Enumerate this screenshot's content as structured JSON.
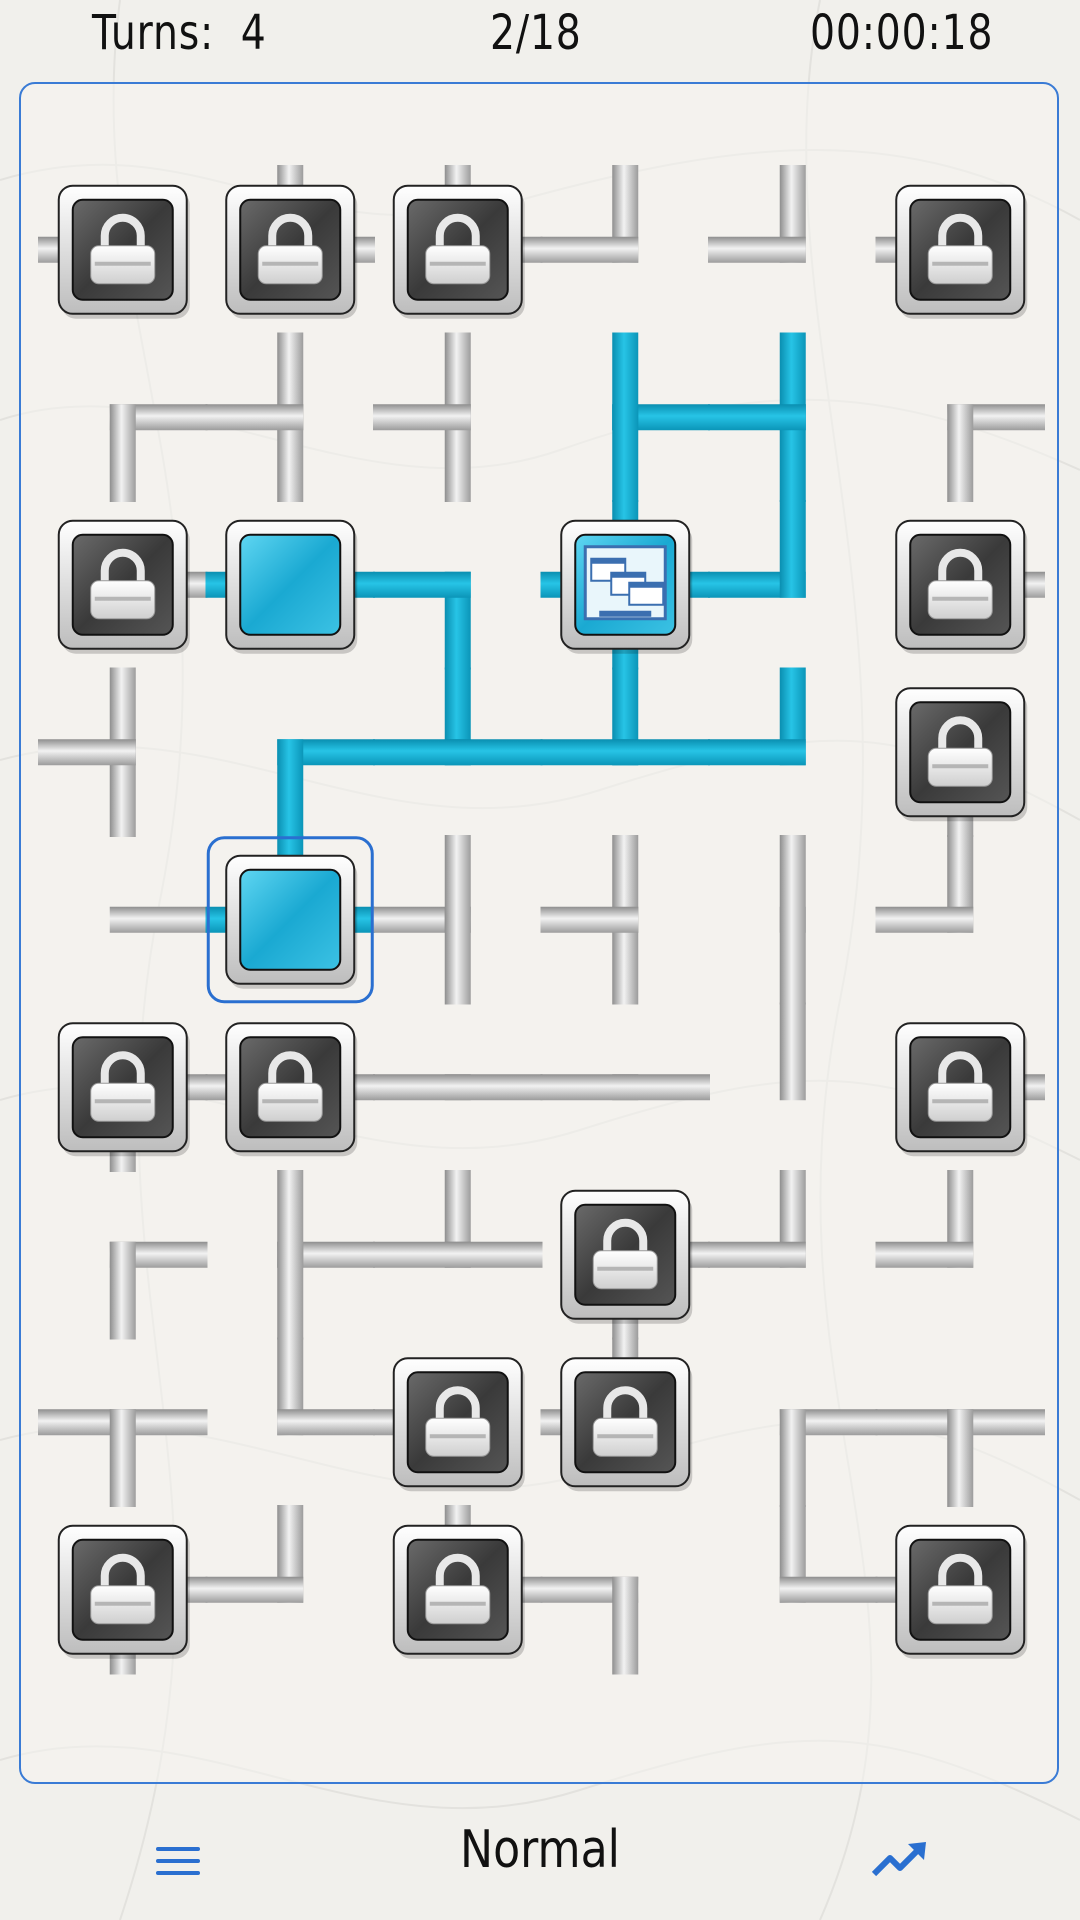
{
  "status": {
    "turns_label": "Turns:",
    "turns_value": "4",
    "progress": "2/18",
    "timer": "00:00:18"
  },
  "mode": "Normal",
  "icons": {
    "menu": "menu-icon",
    "stats": "trending-up-icon",
    "lock": "lock-icon",
    "server": "server-icon",
    "terminal": "terminal-icon"
  },
  "colors": {
    "accent": "#2a6fd0",
    "connected_pipe": "#12a8c8",
    "idle_pipe": "#c4c4c4"
  },
  "puzzle": {
    "columns": 6,
    "rows": 9,
    "pipes_by_row": [
      [
        "W",
        "NE",
        "NE",
        "NW",
        "NW",
        "W"
      ],
      [
        "ES",
        "NSW",
        "NSW",
        "ESN",
        "NSW",
        "ES"
      ],
      [
        "E",
        "EW",
        "SW",
        "NESW",
        "WN",
        "E"
      ],
      [
        "NSW",
        "ES",
        "NEW",
        "NEW",
        "NW",
        "S"
      ],
      [
        "E",
        "NEW",
        "WNS",
        "NSW",
        "NS",
        "NW"
      ],
      [
        "ES",
        "EW",
        "EW",
        "EW",
        "N",
        "E"
      ],
      [
        "ES",
        "ESN",
        "NEW",
        "ES",
        "NW",
        "NW"
      ],
      [
        "EWS",
        "NE",
        "W",
        "NW",
        "ES",
        "EWS"
      ],
      [
        "ES",
        "NW",
        "NE",
        "WS",
        "NE",
        "W"
      ]
    ],
    "connected": [
      [
        0,
        0,
        0,
        0,
        0,
        0
      ],
      [
        0,
        0,
        0,
        1,
        1,
        0
      ],
      [
        0,
        1,
        1,
        1,
        1,
        0
      ],
      [
        0,
        1,
        1,
        1,
        1,
        0
      ],
      [
        0,
        1,
        0,
        0,
        0,
        0
      ],
      [
        0,
        0,
        0,
        0,
        0,
        0
      ],
      [
        0,
        0,
        0,
        0,
        0,
        0
      ],
      [
        0,
        0,
        0,
        0,
        0,
        0
      ],
      [
        0,
        0,
        0,
        0,
        0,
        0
      ]
    ],
    "tiles_by_row": [
      [
        "lock",
        "lock",
        "lock",
        "",
        "",
        "lock"
      ],
      [
        "",
        "",
        "",
        "",
        "",
        ""
      ],
      [
        "lock",
        "terminal",
        "",
        "server",
        "",
        "lock"
      ],
      [
        "",
        "",
        "",
        "",
        "",
        "lock"
      ],
      [
        "",
        "terminal",
        "",
        "",
        "",
        ""
      ],
      [
        "lock",
        "lock",
        "",
        "",
        "",
        "lock"
      ],
      [
        "",
        "",
        "",
        "lock",
        "",
        ""
      ],
      [
        "",
        "",
        "lock",
        "lock",
        "",
        ""
      ],
      [
        "lock",
        "",
        "lock",
        "",
        "",
        "lock"
      ]
    ],
    "selected": [
      4,
      1
    ]
  }
}
